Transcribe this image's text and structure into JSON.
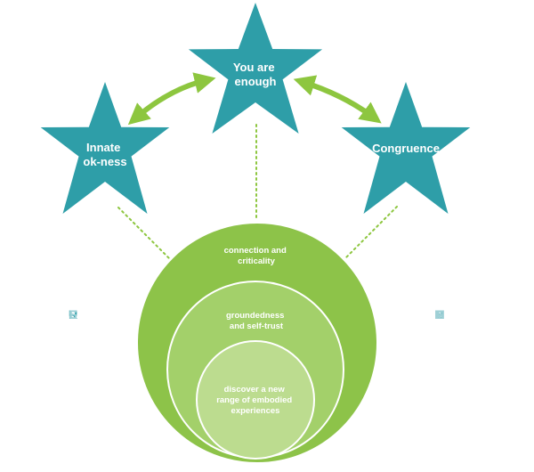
{
  "colors": {
    "star": "#2e9ea8",
    "arrow": "#8dc63f",
    "dots": "#8dc63f",
    "circle_outer": "#8dc349",
    "circle_middle": "#a3d06a",
    "circle_inner": "#bcdc8f",
    "rules_dark": "#2e9ea8",
    "rules_light": "#9fd0d6"
  },
  "stars": {
    "left": {
      "lines": [
        "Innate",
        "ok-ness"
      ]
    },
    "center": {
      "lines": [
        "You are",
        "enough"
      ]
    },
    "right": {
      "lines": [
        "Congruence"
      ]
    }
  },
  "circles": {
    "outer": {
      "lines": [
        "connection and",
        "criticality"
      ]
    },
    "middle": {
      "lines": [
        "groundedness",
        "and self-trust"
      ]
    },
    "inner": {
      "lines": [
        "discover a new",
        "range of embodied",
        "experiences"
      ]
    }
  },
  "side_labels": {
    "left": {
      "letters": [
        "R",
        "U",
        "L",
        "E",
        "S"
      ]
    },
    "right": {
      "letters": [
        "S",
        "H",
        "A",
        "M",
        "E"
      ]
    }
  }
}
